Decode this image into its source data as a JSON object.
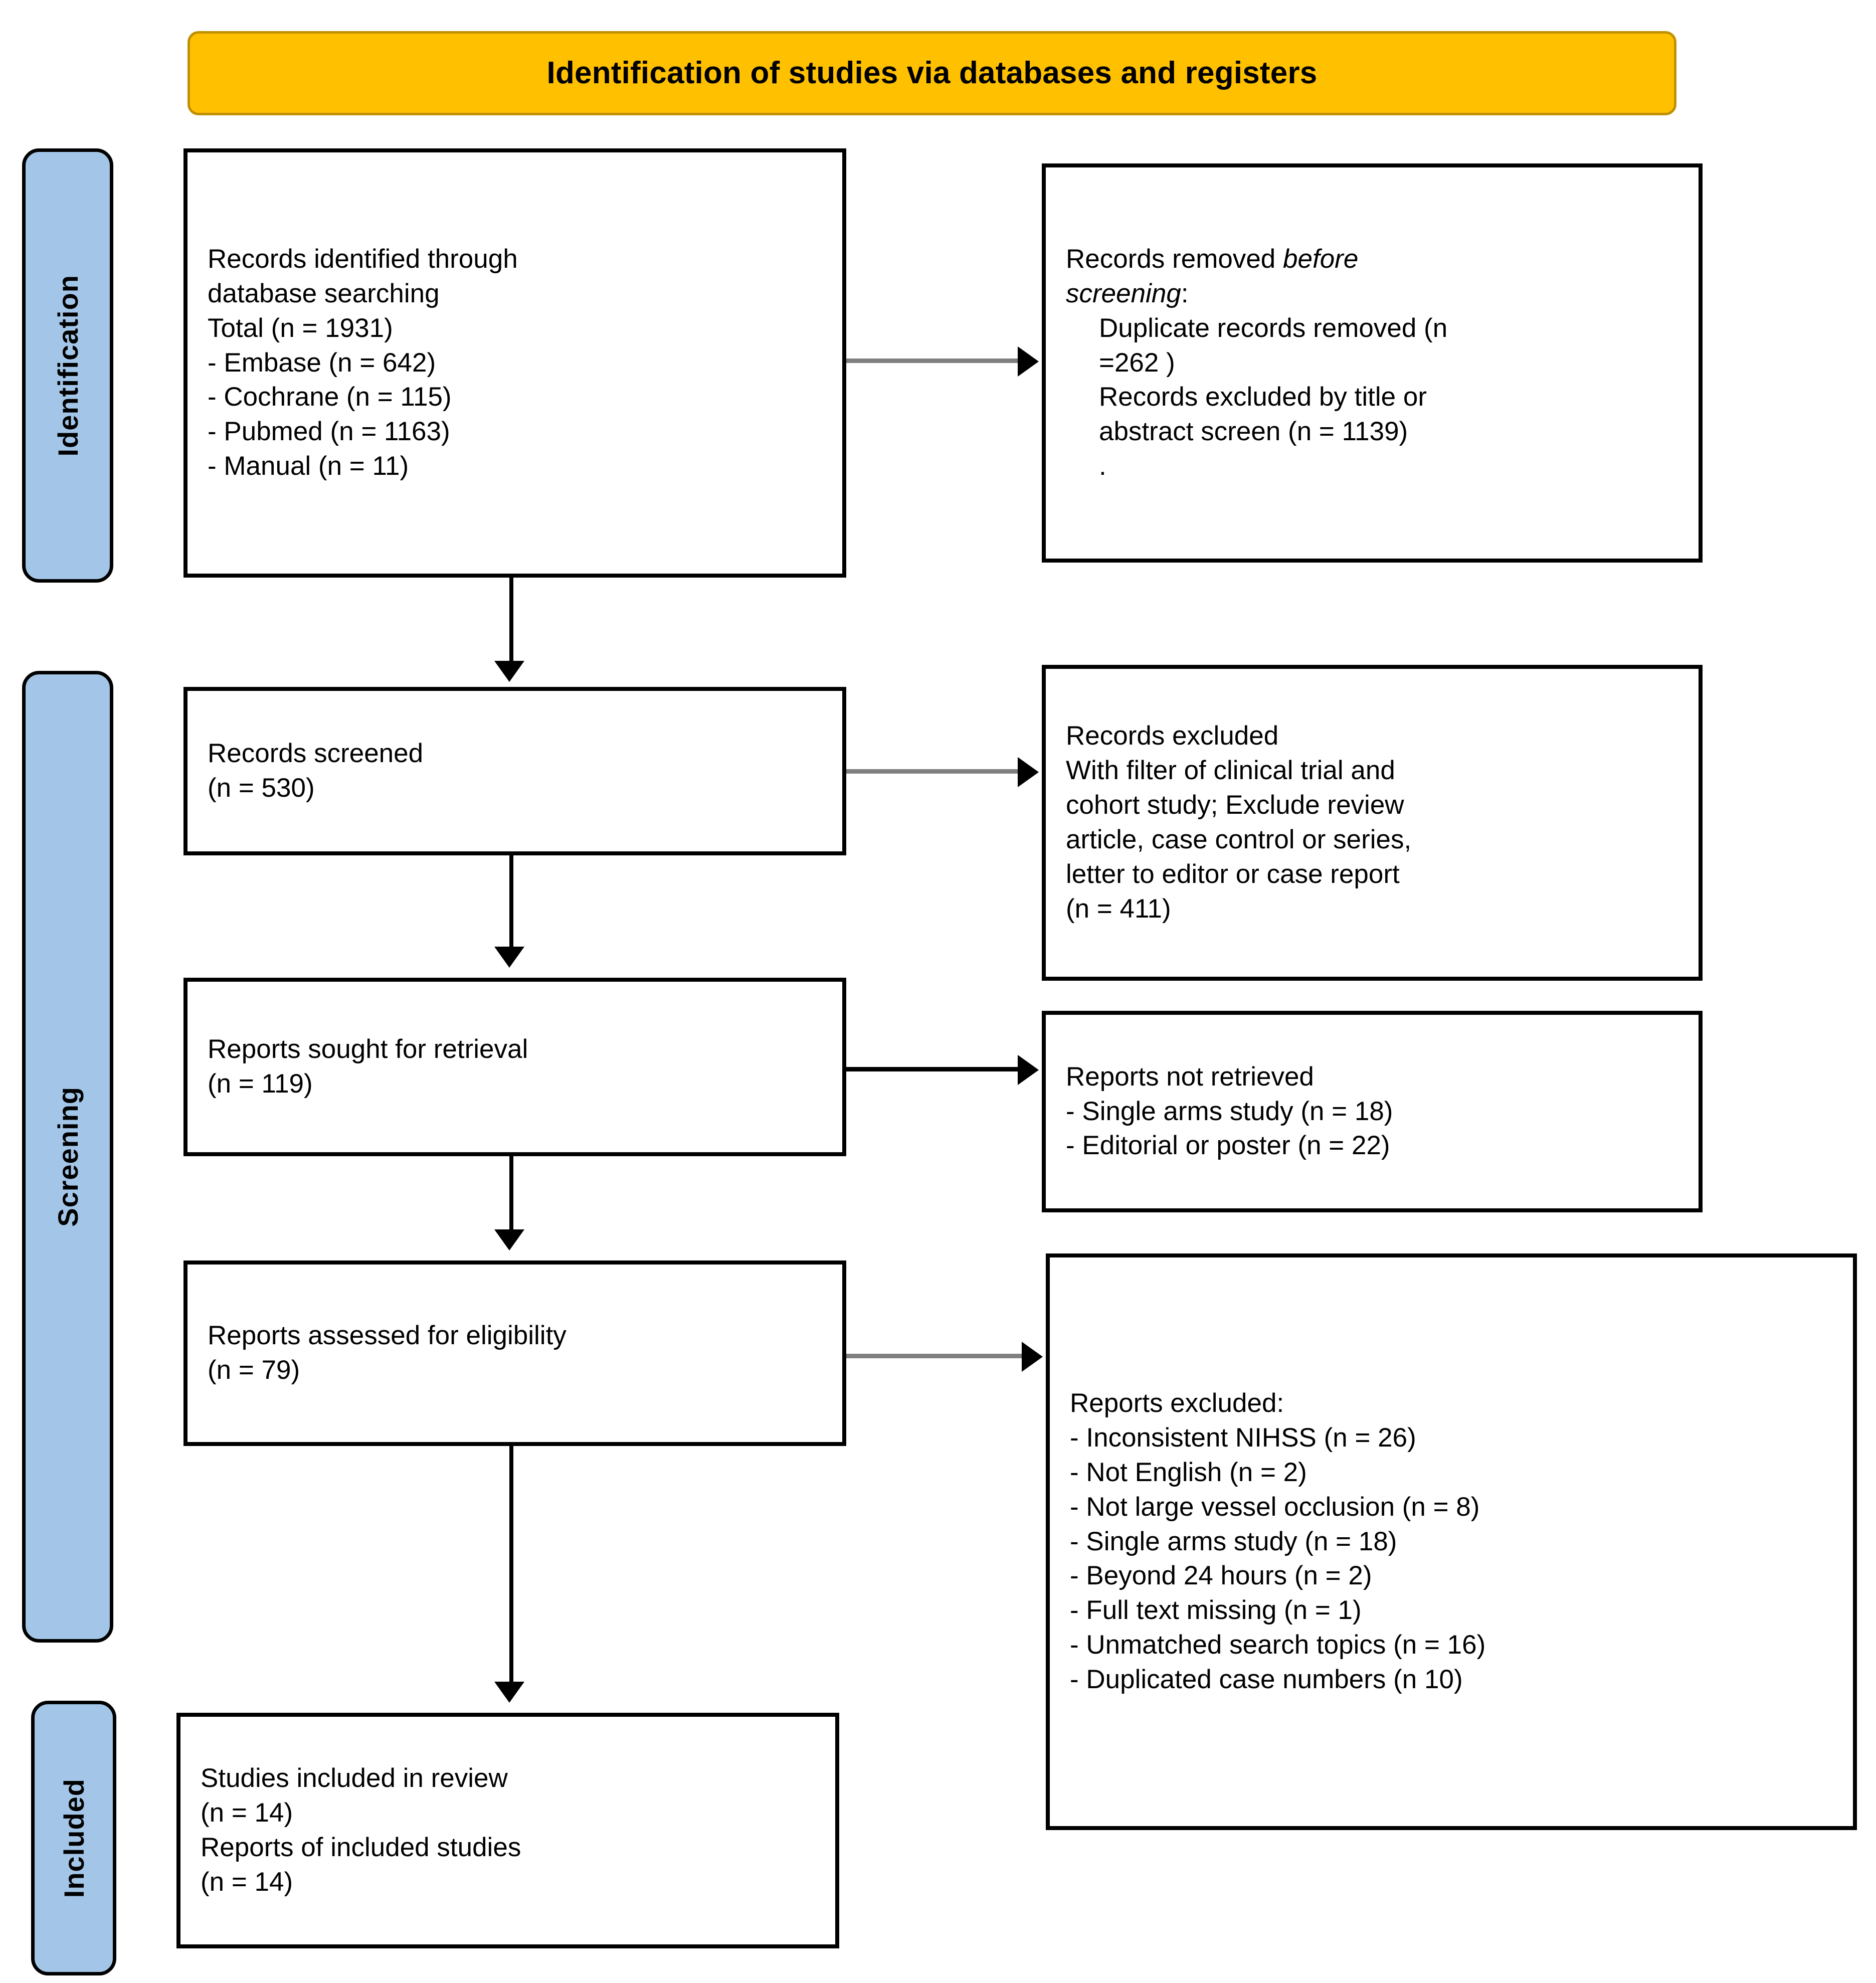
{
  "header": {
    "title": "Identification of studies via databases and registers",
    "background_color": "#FFC000",
    "border_color": "#BF9000"
  },
  "rails": {
    "background_color": "#A3C6E8",
    "identification": "Identification",
    "screening": "Screening",
    "included": "Included"
  },
  "boxes": {
    "identified": {
      "line1": "Records identified through",
      "line2": "database searching",
      "line3": "Total (n = 1931)",
      "line4": "- Embase (n = 642)",
      "line5": "- Cochrane (n = 115)",
      "line6": "- Pubmed (n = 1163)",
      "line7": "- Manual (n = 11)"
    },
    "removed_before_screening": {
      "line1_prefix": "Records removed ",
      "line1_italic": "before",
      "line2_italic": "screening",
      "line2_suffix": ":",
      "line3": "Duplicate records removed (n",
      "line4": "=262 )",
      "line5": "Records excluded by title or",
      "line6": "abstract screen (n = 1139)",
      "line7": "."
    },
    "records_screened": {
      "line1": "Records screened",
      "line2": "(n = 530)"
    },
    "records_excluded": {
      "line1": "Records excluded",
      "line2": "With filter of clinical trial and",
      "line3": "cohort study; Exclude review",
      "line4": "article, case control or series,",
      "line5": "letter to editor or case report",
      "line6": "(n = 411)"
    },
    "reports_sought": {
      "line1": "Reports sought for retrieval",
      "line2": "(n = 119)"
    },
    "reports_not_retrieved": {
      "line1": "Reports not retrieved",
      "line2": "- Single arms study (n = 18)",
      "line3": "- Editorial or poster (n = 22)"
    },
    "reports_assessed": {
      "line1": "Reports assessed for eligibility",
      "line2": "(n = 79)"
    },
    "reports_excluded": {
      "line1": "Reports excluded:",
      "line2": "- Inconsistent NIHSS (n = 26)",
      "line3": "- Not English (n = 2)",
      "line4": "- Not large vessel occlusion (n = 8)",
      "line5": "- Single arms study (n = 18)",
      "line6": "- Beyond 24 hours (n = 2)",
      "line7": "- Full text missing (n = 1)",
      "line8": "- Unmatched search topics (n = 16)",
      "line9": "- Duplicated case numbers (n 10)"
    },
    "studies_included": {
      "line1": "Studies included in review",
      "line2": "(n = 14)",
      "line3": "Reports of included studies",
      "line4": "(n = 14)"
    }
  },
  "chart_data": {
    "type": "diagram",
    "title": "Identification of studies via databases and registers",
    "diagram_kind": "PRISMA flow diagram",
    "stages": [
      "Identification",
      "Screening",
      "Included"
    ],
    "nodes": [
      {
        "id": "identified",
        "stage": "Identification",
        "label": "Records identified through database searching",
        "n": 1931,
        "breakdown": [
          {
            "source": "Embase",
            "n": 642
          },
          {
            "source": "Cochrane",
            "n": 115
          },
          {
            "source": "Pubmed",
            "n": 1163
          },
          {
            "source": "Manual",
            "n": 11
          }
        ]
      },
      {
        "id": "removed_before_screening",
        "stage": "Identification",
        "label": "Records removed before screening",
        "breakdown": [
          {
            "reason": "Duplicate records removed",
            "n": 262
          },
          {
            "reason": "Records excluded by title or abstract screen",
            "n": 1139
          }
        ]
      },
      {
        "id": "records_screened",
        "stage": "Screening",
        "label": "Records screened",
        "n": 530
      },
      {
        "id": "records_excluded",
        "stage": "Screening",
        "label": "Records excluded (With filter of clinical trial and cohort study; Exclude review article, case control or series, letter to editor or case report)",
        "n": 411
      },
      {
        "id": "reports_sought",
        "stage": "Screening",
        "label": "Reports sought for retrieval",
        "n": 119
      },
      {
        "id": "reports_not_retrieved",
        "stage": "Screening",
        "label": "Reports not retrieved",
        "breakdown": [
          {
            "reason": "Single arms study",
            "n": 18
          },
          {
            "reason": "Editorial or poster",
            "n": 22
          }
        ]
      },
      {
        "id": "reports_assessed",
        "stage": "Screening",
        "label": "Reports assessed for eligibility",
        "n": 79
      },
      {
        "id": "reports_excluded",
        "stage": "Screening",
        "label": "Reports excluded",
        "breakdown": [
          {
            "reason": "Inconsistent NIHSS",
            "n": 26
          },
          {
            "reason": "Not English",
            "n": 2
          },
          {
            "reason": "Not large vessel occlusion",
            "n": 8
          },
          {
            "reason": "Single arms study",
            "n": 18
          },
          {
            "reason": "Beyond 24 hours",
            "n": 2
          },
          {
            "reason": "Full text missing",
            "n": 1
          },
          {
            "reason": "Unmatched search topics",
            "n": 16
          },
          {
            "reason": "Duplicated case numbers",
            "n": 10
          }
        ]
      },
      {
        "id": "studies_included",
        "stage": "Included",
        "label": "Studies included in review",
        "n": 14,
        "reports_of_included_studies": 14
      }
    ],
    "edges": [
      {
        "from": "identified",
        "to": "removed_before_screening",
        "direction": "right"
      },
      {
        "from": "identified",
        "to": "records_screened",
        "direction": "down"
      },
      {
        "from": "records_screened",
        "to": "records_excluded",
        "direction": "right"
      },
      {
        "from": "records_screened",
        "to": "reports_sought",
        "direction": "down"
      },
      {
        "from": "reports_sought",
        "to": "reports_not_retrieved",
        "direction": "right"
      },
      {
        "from": "reports_sought",
        "to": "reports_assessed",
        "direction": "down"
      },
      {
        "from": "reports_assessed",
        "to": "reports_excluded",
        "direction": "right"
      },
      {
        "from": "reports_assessed",
        "to": "studies_included",
        "direction": "down"
      }
    ]
  }
}
